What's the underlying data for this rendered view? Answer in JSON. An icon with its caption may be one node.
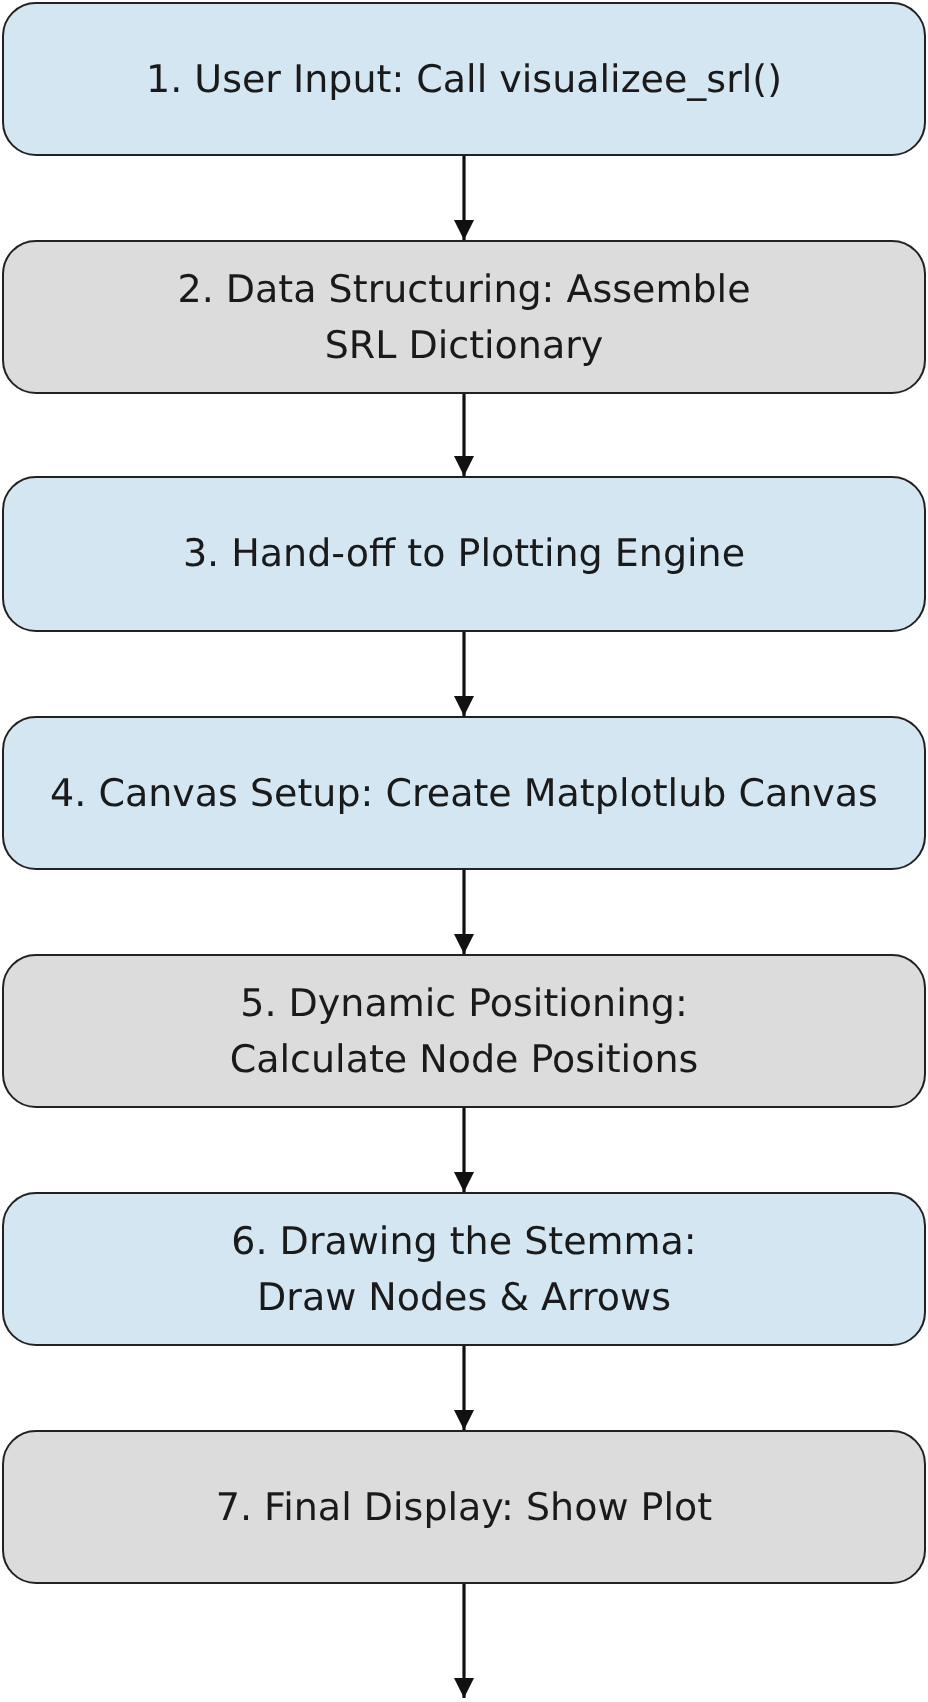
{
  "diagram": {
    "nodes": [
      {
        "text": [
          "1. User Input: Call visualizee_srl()"
        ]
      },
      {
        "text": [
          "2. Data Structuring: Assemble SRL Dictionary"
        ]
      },
      {
        "text": [
          "3. Hand-off to Plotting Engine"
        ]
      },
      {
        "text": [
          "4. Canvas Setup: Create Matplotlub Canvas"
        ]
      },
      {
        "text": [
          "5. Dynamic Positioning: Calculate Node Positions"
        ]
      },
      {
        "text": [
          "6. Drawing the Stemma: Draw Nodes & Arrows"
        ]
      },
      {
        "text": [
          "7. Final Display: Show Plot"
        ]
      }
    ],
    "edges": [
      {
        "from": 0,
        "to": 1,
        "arrow": "to"
      },
      {
        "from": 1,
        "to": 2,
        "arrow": "to"
      },
      {
        "from": 2,
        "to": 3,
        "arrow": "to"
      },
      {
        "from": 3,
        "to": 4,
        "arrow": "to"
      },
      {
        "from": 4,
        "to": 5,
        "arrow": "to"
      },
      {
        "from": 5,
        "to": 6,
        "arrow": "to"
      },
      {
        "from": 6,
        "to": null,
        "arrow": "to"
      }
    ]
  }
}
